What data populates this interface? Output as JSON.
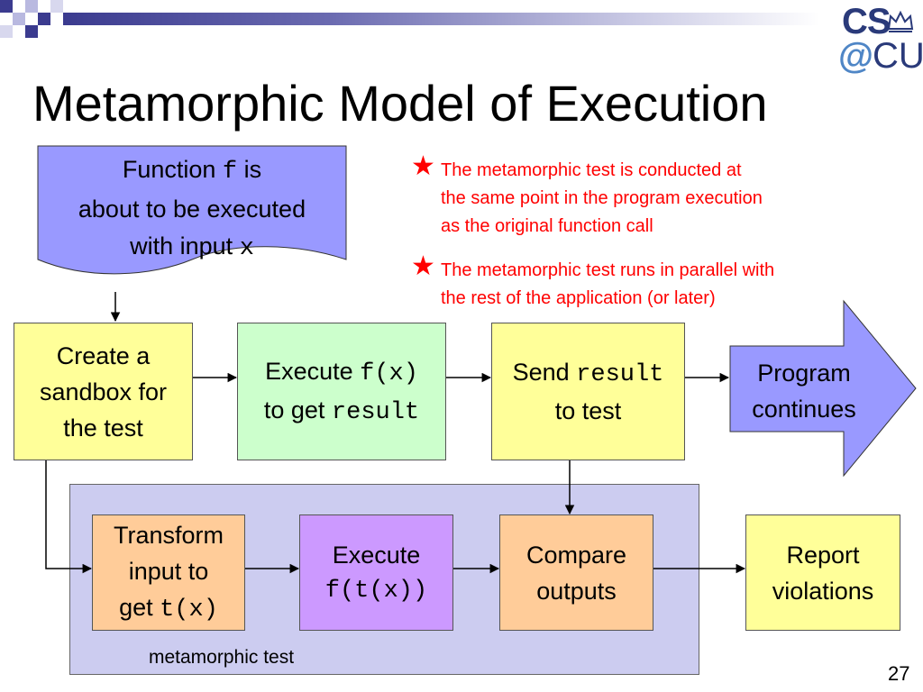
{
  "slide": {
    "title": "Metamorphic Model of Execution",
    "page_number": "27"
  },
  "logo": {
    "cs": "CS",
    "at": "@",
    "cu": "CU"
  },
  "function_box": {
    "line1_prefix": "Function ",
    "line1_code": "f",
    "line1_suffix": " is",
    "line2": "about to be executed",
    "line3_prefix": "with input ",
    "line3_code": "x"
  },
  "sandbox_box": {
    "line1": "Create a",
    "line2": "sandbox for",
    "line3": "the test"
  },
  "execute_box": {
    "line1_prefix": "Execute ",
    "line1_code": "f(x)",
    "line2_prefix": "to get ",
    "line2_code": "result"
  },
  "send_box": {
    "line1_prefix": "Send ",
    "line1_code": "result",
    "line2": "to test"
  },
  "continue_arrow": {
    "line1": "Program",
    "line2": "continues"
  },
  "transform_box": {
    "line1": "Transform",
    "line2": "input to",
    "line3_prefix": "get ",
    "line3_code": "t(x)"
  },
  "execute_t_box": {
    "line1": "Execute",
    "line2_code": "f(t(x))"
  },
  "compare_box": {
    "line1": "Compare",
    "line2": "outputs"
  },
  "report_box": {
    "line1": "Report",
    "line2": "violations"
  },
  "metamorphic_region": {
    "label": "metamorphic test"
  },
  "notes": [
    {
      "icon": "star-icon",
      "lines": [
        "The metamorphic test is conducted at",
        "the same point in the program execution",
        "as the original function call"
      ]
    },
    {
      "icon": "star-icon",
      "lines": [
        "The metamorphic test runs in parallel with",
        "the rest of the application (or later)"
      ]
    }
  ],
  "colors": {
    "function_box": "#9999ff",
    "sandbox": "#ffff99",
    "execute": "#ccffcc",
    "send": "#ffff99",
    "program_continues": "#9999ff",
    "transform": "#ffcc99",
    "execute_t": "#cc99ff",
    "compare": "#ffcc99",
    "report": "#ffff99",
    "metamorphic_region": "#ccccf0",
    "notes_text": "#ff0000",
    "star": "#ff0000"
  }
}
